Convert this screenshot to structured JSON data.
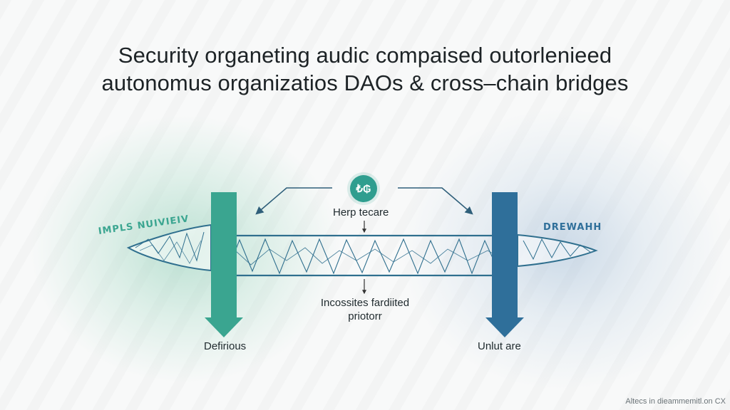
{
  "title": {
    "line1": "Security organeting audic compaised outorlenieed",
    "line2": "autonomus organizatios DAOs & cross–chain bridges"
  },
  "hub": {
    "symbol": "₺₲",
    "icon": "exchange-token-icon",
    "color": "#2f9e8f"
  },
  "labels": {
    "top_center": "Herp tecare",
    "middle_center_line1": "Incossites fardiited",
    "middle_center_line2": "priotorr",
    "left_side": "IMPLS NUIVIEIV",
    "right_side": "DREWAHH",
    "left_bottom": "Defirious",
    "right_bottom": "Unlut are"
  },
  "footer": {
    "text": "Altecs in dieammemitl.on CX"
  },
  "colors": {
    "left_pillar": "#3aa590",
    "right_pillar": "#2f6f9a",
    "bridge_line": "#2f6f8e",
    "left_label": "#3aa590",
    "right_label": "#2f6f9a"
  }
}
